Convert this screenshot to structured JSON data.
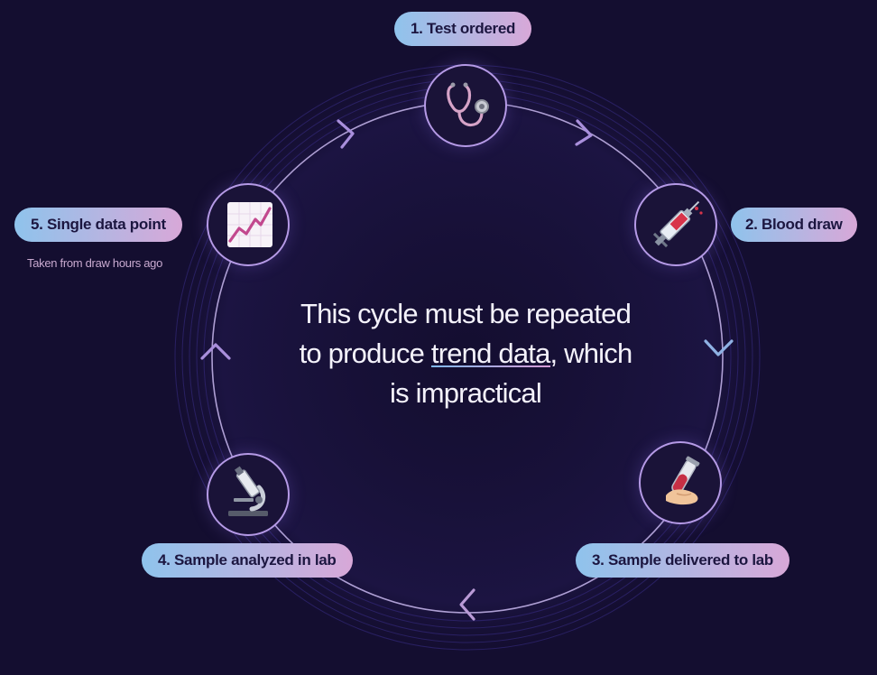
{
  "diagram": {
    "steps": [
      {
        "id": 1,
        "label": "1. Test ordered",
        "icon": "stethoscope-icon"
      },
      {
        "id": 2,
        "label": "2. Blood draw",
        "icon": "syringe-icon"
      },
      {
        "id": 3,
        "label": "3. Sample delivered to lab",
        "icon": "test-tube-hand-icon"
      },
      {
        "id": 4,
        "label": "4. Sample analyzed in lab",
        "icon": "microscope-icon"
      },
      {
        "id": 5,
        "label": "5. Single data point",
        "icon": "chart-increasing-icon",
        "caption": "Taken from draw hours ago"
      }
    ],
    "center_text": {
      "line1": "This cycle must be repeated",
      "before": "to produce ",
      "highlight": "trend data",
      "after": ", which",
      "line3": "is impractical"
    },
    "colors": {
      "background": "#140e30",
      "ring": "#b59ae6",
      "pill_gradient_start": "#8fc3ec",
      "pill_gradient_end": "#d8a8d8",
      "arrow": "#a98fdc",
      "caption": "#c8a9cf"
    }
  }
}
